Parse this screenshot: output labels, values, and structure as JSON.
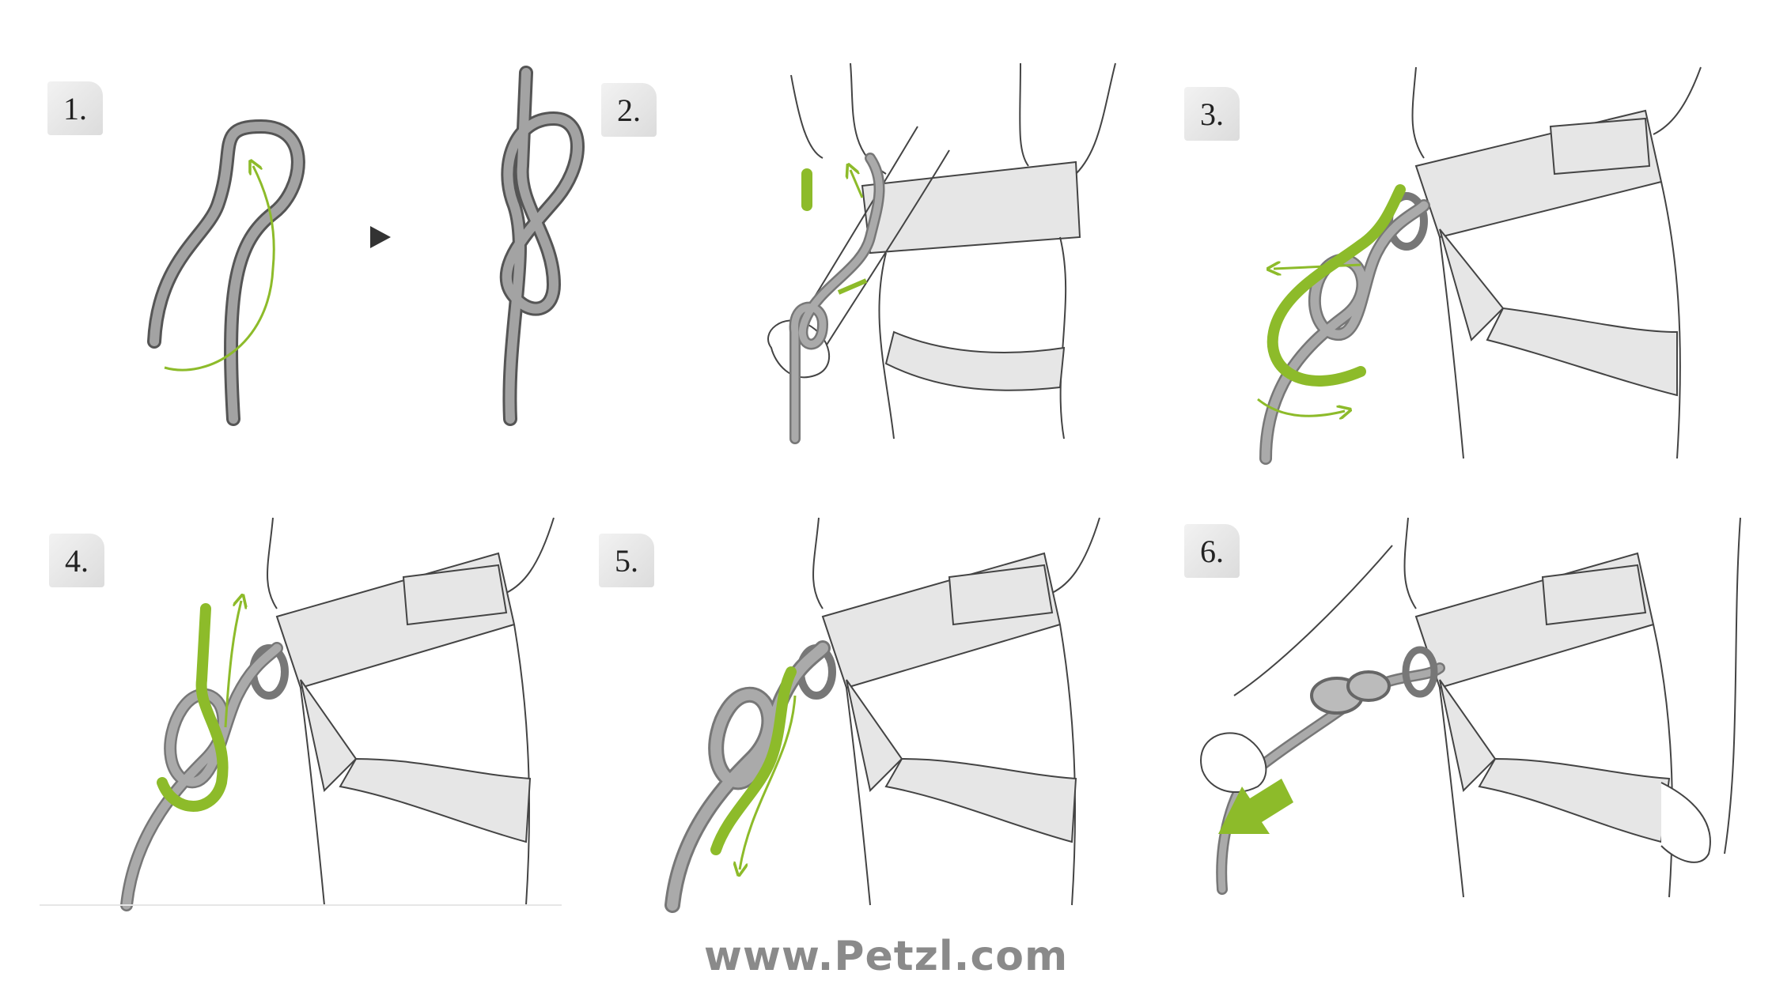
{
  "steps": [
    {
      "label": "1."
    },
    {
      "label": "2."
    },
    {
      "label": "3."
    },
    {
      "label": "4."
    },
    {
      "label": "5."
    },
    {
      "label": "6."
    }
  ],
  "footer": {
    "url": "www.Petzl.com"
  },
  "colors": {
    "rope": "#9a9a9a",
    "rope_dark": "#6e6e6e",
    "accent": "#8dbb2a",
    "harness": "#e6e6e6",
    "outline": "#444444"
  }
}
